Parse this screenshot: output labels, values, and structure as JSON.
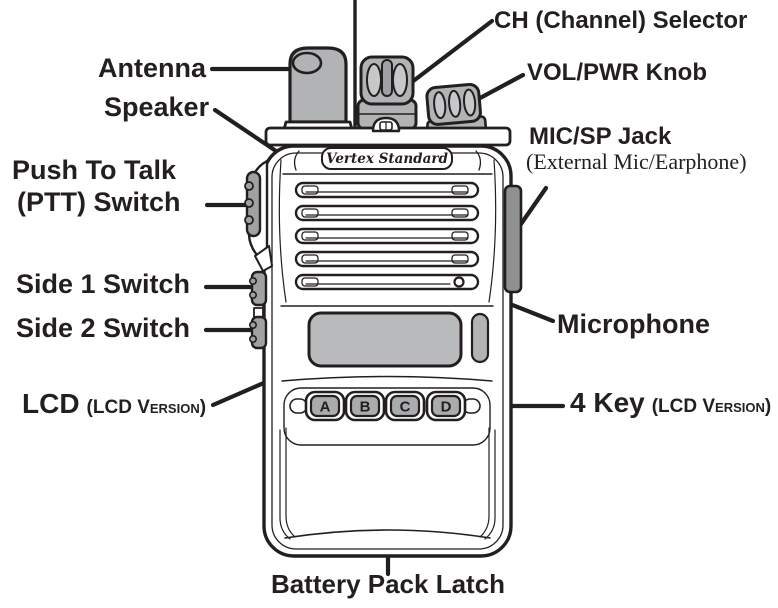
{
  "diagram": {
    "device_brand": "Vertex Standard",
    "keys": [
      "A",
      "B",
      "C",
      "D"
    ],
    "labels": {
      "ch_selector": "CH (Channel) Selector",
      "vol_pwr_knob": "VOL/PWR Knob",
      "mic_sp_jack": "MIC/SP Jack",
      "mic_sp_jack_sub": "(External Mic/Earphone)",
      "antenna": "Antenna",
      "speaker": "Speaker",
      "ptt_line1": "Push To Talk",
      "ptt_line2": "(PTT) Switch",
      "side1_switch": "Side 1 Switch",
      "side2_switch": "Side 2 Switch",
      "lcd": "LCD",
      "lcd_sub": "(LCD Version)",
      "microphone": "Microphone",
      "four_key": "4 Key",
      "four_key_sub": "(LCD Version)",
      "battery_pack_latch": "Battery Pack Latch"
    },
    "colors": {
      "outline": "#231f20",
      "component_gray": "#b1b3b5",
      "ridge_gray": "#c6c8ca",
      "lcd_gray": "#b9babc",
      "key_gray": "#a9abad",
      "rubber_gray": "#9fa1a3",
      "jack_gray": "#8e9092",
      "background": "#ffffff"
    }
  }
}
